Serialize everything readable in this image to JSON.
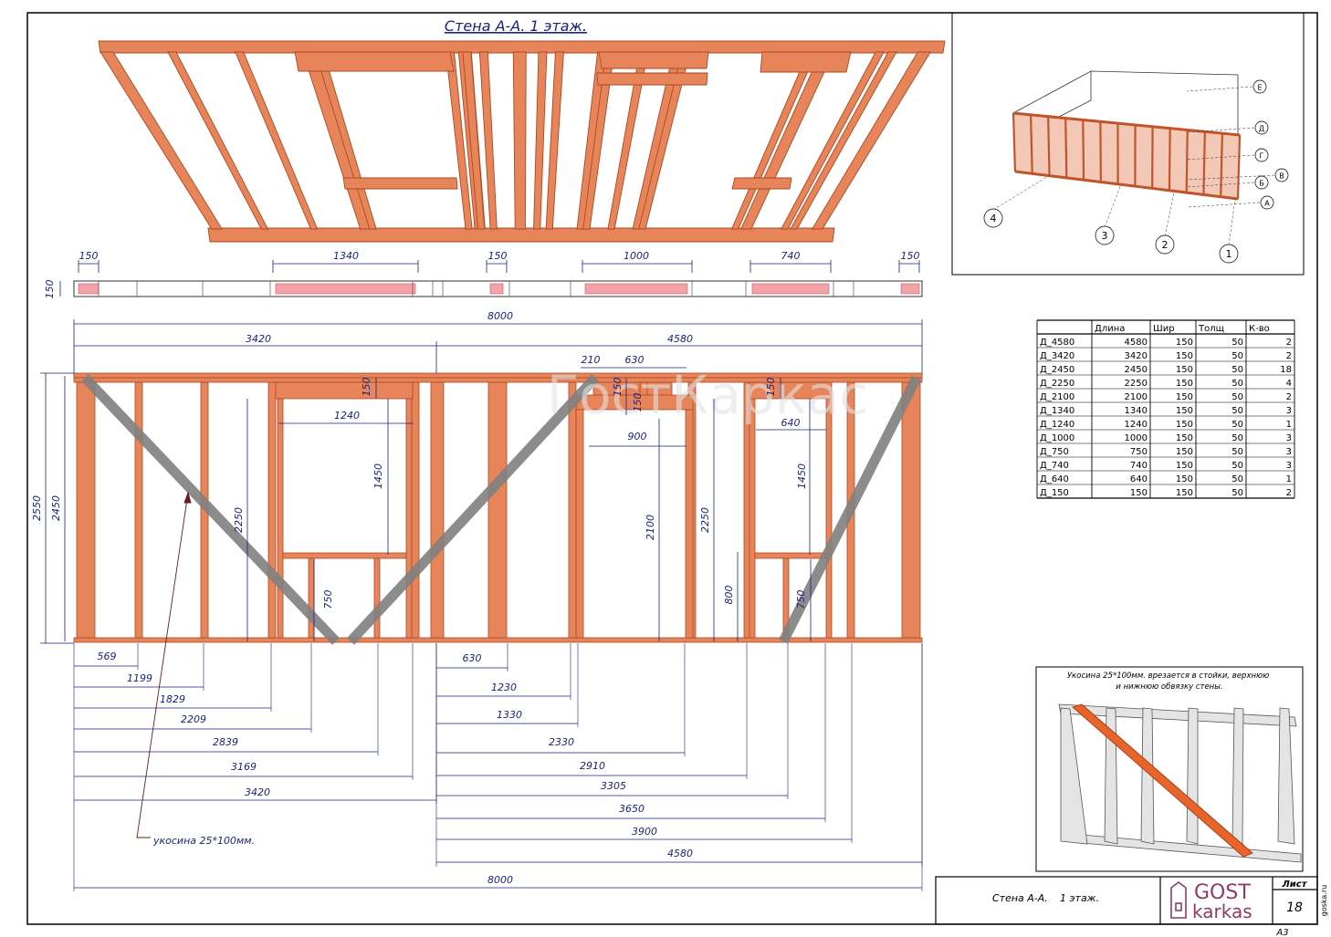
{
  "title": "Стена А-А. 1 этаж.",
  "watermark": "ГостКаркас",
  "colors": {
    "timber": "#e8845a",
    "timber_stroke": "#a84a22",
    "brace": "#808080",
    "dim": "#1a237e",
    "frame": "#000000",
    "section_fill": "#f2a2a8"
  },
  "plan_dims": [
    "150",
    "1340",
    "150",
    "1000",
    "740",
    "150"
  ],
  "plan_side_dim": "150",
  "overall": {
    "total": "8000",
    "left": "3420",
    "right": "4580"
  },
  "vertical_dims": {
    "outer": "2550",
    "inner": "2450"
  },
  "opening_dims": {
    "win1_header": "150",
    "win1_width": "1240",
    "win1_height": "1450",
    "win1_stud": "2250",
    "win1_sill": "750",
    "door_offset": "210",
    "door_rough": "630",
    "door_header": "150",
    "door_width": "900",
    "door_height": "2100",
    "win2_header": "150",
    "win2_width": "640",
    "win2_height": "1450",
    "win2_stud": "2250",
    "win2_sill_left": "800",
    "win2_sill": "750"
  },
  "left_chain": [
    "569",
    "1199",
    "1829",
    "2209",
    "2839",
    "3169",
    "3420"
  ],
  "right_chain": [
    "630",
    "1230",
    "1330",
    "2330",
    "2910",
    "3305",
    "3650",
    "3900",
    "4580"
  ],
  "bottom_total": "8000",
  "brace_label": "укосина 25*100мм.",
  "schedule": {
    "headers": [
      "",
      "Длина",
      "Шир",
      "Толщ",
      "К-во"
    ],
    "rows": [
      [
        "Д_4580",
        "4580",
        "150",
        "50",
        "2"
      ],
      [
        "Д_3420",
        "3420",
        "150",
        "50",
        "2"
      ],
      [
        "Д_2450",
        "2450",
        "150",
        "50",
        "18"
      ],
      [
        "Д_2250",
        "2250",
        "150",
        "50",
        "4"
      ],
      [
        "Д_2100",
        "2100",
        "150",
        "50",
        "2"
      ],
      [
        "Д_1340",
        "1340",
        "150",
        "50",
        "3"
      ],
      [
        "Д_1240",
        "1240",
        "150",
        "50",
        "1"
      ],
      [
        "Д_1000",
        "1000",
        "150",
        "50",
        "3"
      ],
      [
        "Д_750",
        "750",
        "150",
        "50",
        "3"
      ],
      [
        "Д_740",
        "740",
        "150",
        "50",
        "3"
      ],
      [
        "Д_640",
        "640",
        "150",
        "50",
        "1"
      ],
      [
        "Д_150",
        "150",
        "150",
        "50",
        "2"
      ]
    ]
  },
  "key_plan": {
    "letters": [
      "Е",
      "Д",
      "Г",
      "В",
      "Б",
      "А"
    ],
    "numbers": [
      "4",
      "3",
      "2",
      "1"
    ]
  },
  "brace_note": "Укосина 25*100мм. врезается в стойки, верхнюю и нижнюю обвязку стены.",
  "title_block": {
    "name": "Стена А-А.",
    "floor": "1 этаж.",
    "brand_top": "GOST",
    "brand_bottom": "karkas",
    "sheet_label": "Лист",
    "sheet_no": "18",
    "site": "goska.ru",
    "format": "А3"
  }
}
